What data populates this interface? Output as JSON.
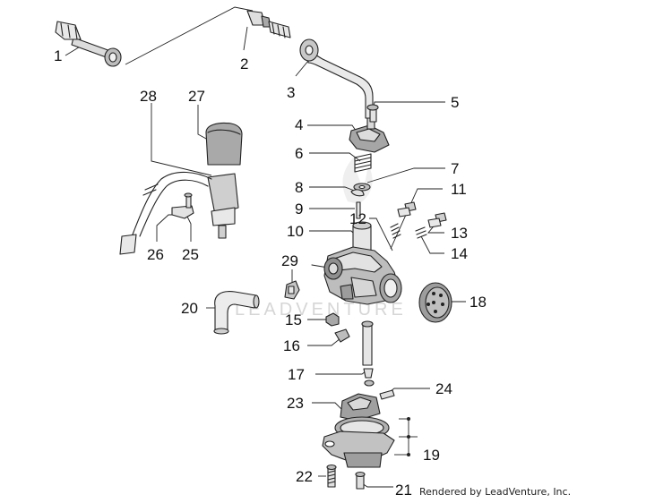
{
  "diagram": {
    "callouts": [
      {
        "id": "c1",
        "text": "1"
      },
      {
        "id": "c2",
        "text": "2"
      },
      {
        "id": "c3",
        "text": "3"
      },
      {
        "id": "c4",
        "text": "4"
      },
      {
        "id": "c5",
        "text": "5"
      },
      {
        "id": "c6",
        "text": "6"
      },
      {
        "id": "c7",
        "text": "7"
      },
      {
        "id": "c8",
        "text": "8"
      },
      {
        "id": "c9",
        "text": "9"
      },
      {
        "id": "c10",
        "text": "10"
      },
      {
        "id": "c11",
        "text": "11"
      },
      {
        "id": "c12",
        "text": "12"
      },
      {
        "id": "c13",
        "text": "13"
      },
      {
        "id": "c14",
        "text": "14"
      },
      {
        "id": "c15",
        "text": "15"
      },
      {
        "id": "c16",
        "text": "16"
      },
      {
        "id": "c17",
        "text": "17"
      },
      {
        "id": "c18",
        "text": "18"
      },
      {
        "id": "c19",
        "text": "19"
      },
      {
        "id": "c20",
        "text": "20"
      },
      {
        "id": "c21",
        "text": "21"
      },
      {
        "id": "c22",
        "text": "22"
      },
      {
        "id": "c23",
        "text": "23"
      },
      {
        "id": "c24",
        "text": "24"
      },
      {
        "id": "c25",
        "text": "25"
      },
      {
        "id": "c26",
        "text": "26"
      },
      {
        "id": "c27",
        "text": "27"
      },
      {
        "id": "c28",
        "text": "28"
      },
      {
        "id": "c29",
        "text": "29"
      }
    ],
    "credit": "Rendered by LeadVenture, Inc.",
    "watermark": "LEADVENTURE"
  },
  "colors": {
    "line": "#222222",
    "part_fill": "#efefef",
    "part_shade": "#9a9a9a",
    "watermark": "#d6d6d6"
  }
}
